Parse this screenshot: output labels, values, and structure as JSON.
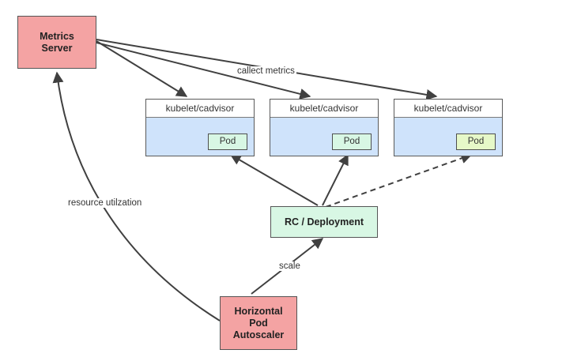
{
  "metrics_server": {
    "label": "Metrics\nServer"
  },
  "hpa": {
    "label": "Horizontal\nPod\nAutoscaler"
  },
  "deployment": {
    "label": "RC / Deployment"
  },
  "nodes": [
    {
      "title": "kubelet/cadvisor",
      "pod": "Pod"
    },
    {
      "title": "kubelet/cadvisor",
      "pod": "Pod"
    },
    {
      "title": "kubelet/cadvisor",
      "pod": "Pod"
    }
  ],
  "labels": {
    "collect": "callect metrics",
    "resource": "resource utilzation",
    "scale": "scale"
  },
  "colors": {
    "server_fill": "#f4a3a3",
    "deployment_fill": "#d8f7e4",
    "node_body": "#cfe3fb",
    "pod_fill": "#d8f7e4",
    "new_pod_fill": "#e6f8c8",
    "line": "#404040"
  }
}
